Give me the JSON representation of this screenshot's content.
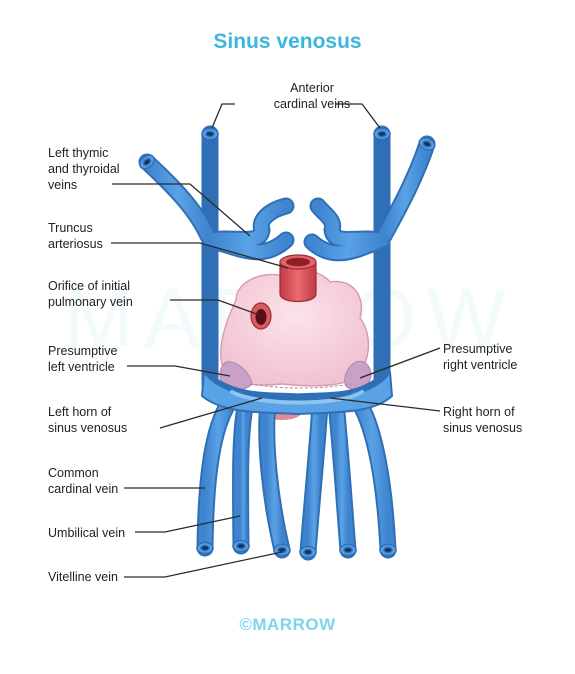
{
  "title": "Sinus venosus",
  "watermark": "MARROW",
  "copyright": "©MARROW",
  "colors": {
    "vein": "#4a90d9",
    "vein_dark": "#2f6fb5",
    "heart": "#f6d2dc",
    "truncus": "#d94a52",
    "title": "#3cb6dd"
  },
  "labels": {
    "anterior_cardinal": [
      "Anterior",
      "cardinal veins"
    ],
    "left_thymic": [
      "Left thymic",
      "and thyroidal",
      "veins"
    ],
    "truncus": [
      "Truncus",
      "arteriosus"
    ],
    "orifice": [
      "Orifice of initial",
      "pulmonary vein"
    ],
    "presumptive_left": [
      "Presumptive",
      "left ventricle"
    ],
    "left_horn": [
      "Left horn of",
      "sinus venosus"
    ],
    "common_cardinal": [
      "Common",
      "cardinal vein"
    ],
    "umbilical": [
      "Umbilical vein"
    ],
    "vitelline": [
      "Vitelline vein"
    ],
    "presumptive_right": [
      "Presumptive",
      "right ventricle"
    ],
    "right_horn": [
      "Right horn of",
      "sinus venosus"
    ]
  }
}
